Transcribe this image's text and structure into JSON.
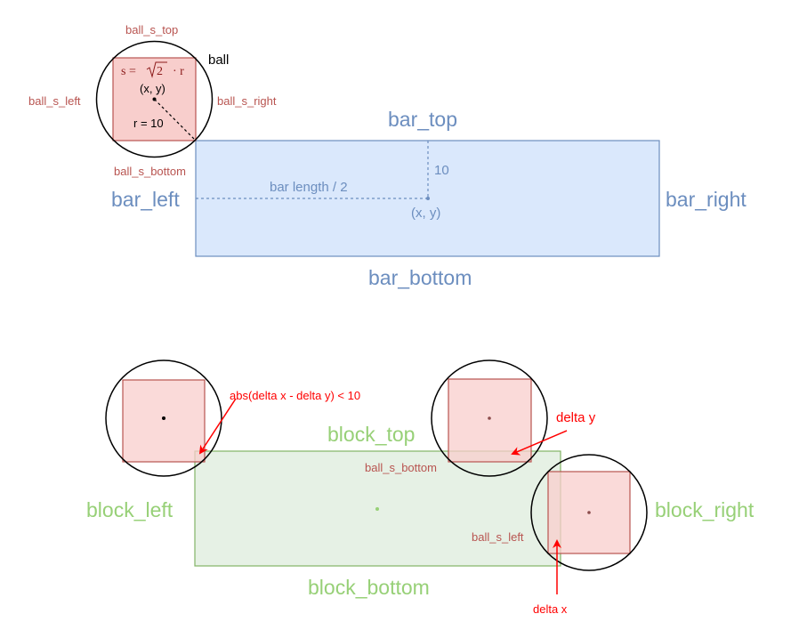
{
  "colors": {
    "ball_square_fill": "#f8cecc",
    "ball_square_stroke": "#b85450",
    "bar_fill": "#dae8fc",
    "bar_stroke": "#6c8ebf",
    "block_fill": "#d5e8d4",
    "block_stroke": "#82b366",
    "block_label": "#97d077",
    "arrow": "#ff0000"
  },
  "top_diagram": {
    "ball_label": "ball",
    "ball_s_top": "ball_s_top",
    "ball_s_left": "ball_s_left",
    "ball_s_right": "ball_s_right",
    "ball_s_bottom": "ball_s_bottom",
    "formula_s": "s =",
    "formula_sqrt": "2",
    "formula_r": "· r",
    "ball_center": "(x, y)",
    "radius": "r = 10",
    "bar_top": "bar_top",
    "bar_left": "bar_left",
    "bar_right": "bar_right",
    "bar_bottom": "bar_bottom",
    "bar_half_length": "bar length / 2",
    "bar_half_height": "10",
    "bar_center": "(x, y)"
  },
  "bottom_diagram": {
    "block_top": "block_top",
    "block_left": "block_left",
    "block_right": "block_right",
    "block_bottom": "block_bottom",
    "corner_condition": "abs(delta x - delta y) < 10",
    "delta_y": "delta y",
    "delta_x": "delta x",
    "ball_s_bottom": "ball_s_bottom",
    "ball_s_left": "ball_s_left"
  }
}
